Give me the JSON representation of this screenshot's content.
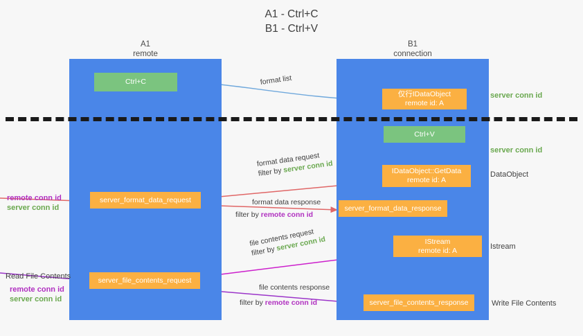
{
  "title": {
    "line1": "A1 - Ctrl+C",
    "line2": "B1 - Ctrl+V"
  },
  "lanes": [
    {
      "id": "a1",
      "name": "A1",
      "sub": "remote"
    },
    {
      "id": "b1",
      "name": "B1",
      "sub": "connection"
    }
  ],
  "boxes": {
    "ctrl_c": {
      "label": "Ctrl+C"
    },
    "fake_dataobject": {
      "line1": "仅行IDataObject",
      "line2": "remote id: A"
    },
    "ctrl_v": {
      "label": "Ctrl+V"
    },
    "getdata": {
      "line1": "IDataObject::GetData",
      "line2": "remote id: A"
    },
    "istream": {
      "line1": "IStream",
      "line2": "remote id: A"
    },
    "server_format_data_request": {
      "label": "server_format_data_request"
    },
    "server_format_data_response": {
      "label": "server_format_data_response"
    },
    "server_file_contents_request": {
      "label": "server_file_contents_request"
    },
    "server_file_contents_response": {
      "label": "server_file_contents_response"
    }
  },
  "edges": {
    "format_list": {
      "label": "format list"
    },
    "format_data_request": {
      "label": "format data request",
      "filter_prefix": "filter by ",
      "filter_key": "server conn id"
    },
    "format_data_response": {
      "label": "format data response",
      "filter_prefix": "filter by ",
      "filter_key": "remote conn id"
    },
    "file_contents_request": {
      "label": "file contents request",
      "filter_prefix": "filter by ",
      "filter_key": "server conn id"
    },
    "file_contents_response": {
      "label": "file contents response",
      "filter_prefix": "filter by ",
      "filter_key": "remote conn id"
    }
  },
  "right_labels": {
    "server_conn_id_top": "server conn id",
    "server_conn_id_mid": "server conn id",
    "dataobject": "DataObject",
    "istream": "Istream",
    "write_file_contents": "Write File Contents"
  },
  "left_labels": {
    "remote_conn_id_upper": "remote conn id",
    "server_conn_id_upper": "server conn id",
    "read_file_contents": "Read File Contents",
    "remote_conn_id_lower": "remote conn id",
    "server_conn_id_lower": "server conn id"
  },
  "colors": {
    "lane": "#4a86e8",
    "green_box": "#7bc47f",
    "orange_box": "#fbb042",
    "green_text": "#6aa84f",
    "purple_text": "#b030c0",
    "arrow_blue": "#6fa8dc",
    "arrow_red": "#e06666",
    "arrow_magenta": "#cc1fcc",
    "arrow_purple": "#9b34c9",
    "arrow_black": "#000000",
    "background": "#f7f7f7"
  }
}
